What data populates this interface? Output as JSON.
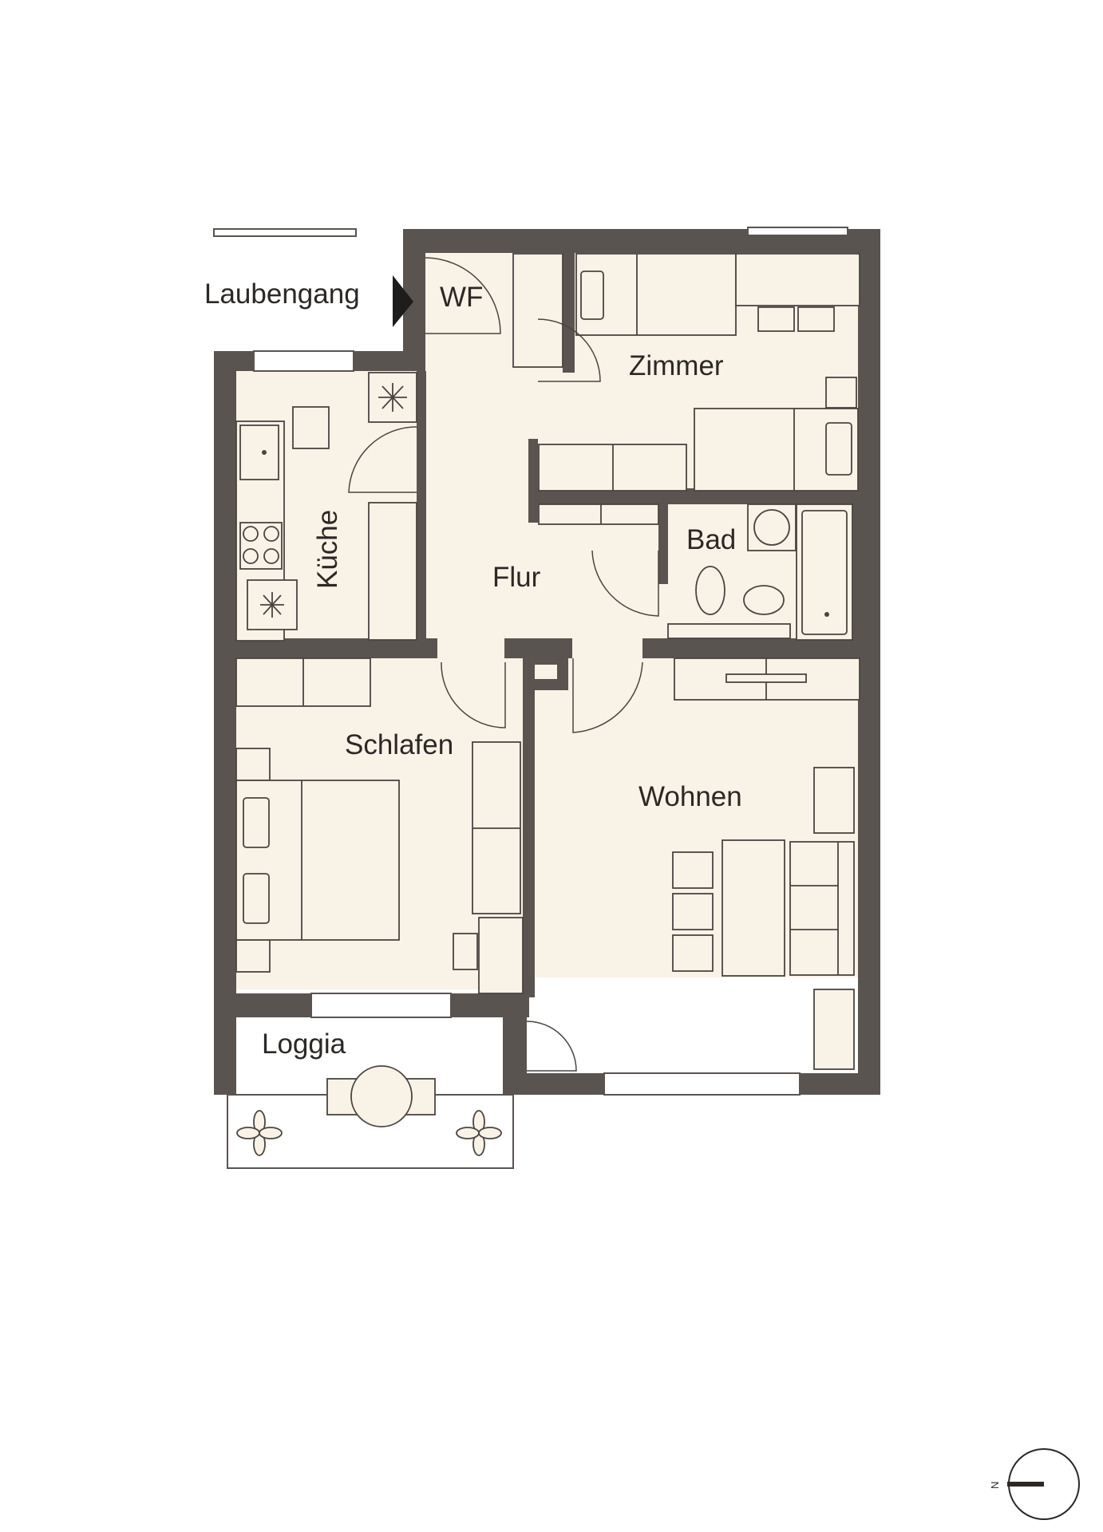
{
  "entrance": {
    "label": "Laubengang"
  },
  "rooms": {
    "wf": "WF",
    "zimmer": "Zimmer",
    "kueche": "Küche",
    "flur": "Flur",
    "bad": "Bad",
    "schlafen": "Schlafen",
    "wohnen": "Wohnen",
    "loggia": "Loggia"
  },
  "compass": {
    "label": "N"
  },
  "colors": {
    "wall": "#5a5450",
    "floor": "#f9f2e7",
    "line": "#4a4541"
  }
}
